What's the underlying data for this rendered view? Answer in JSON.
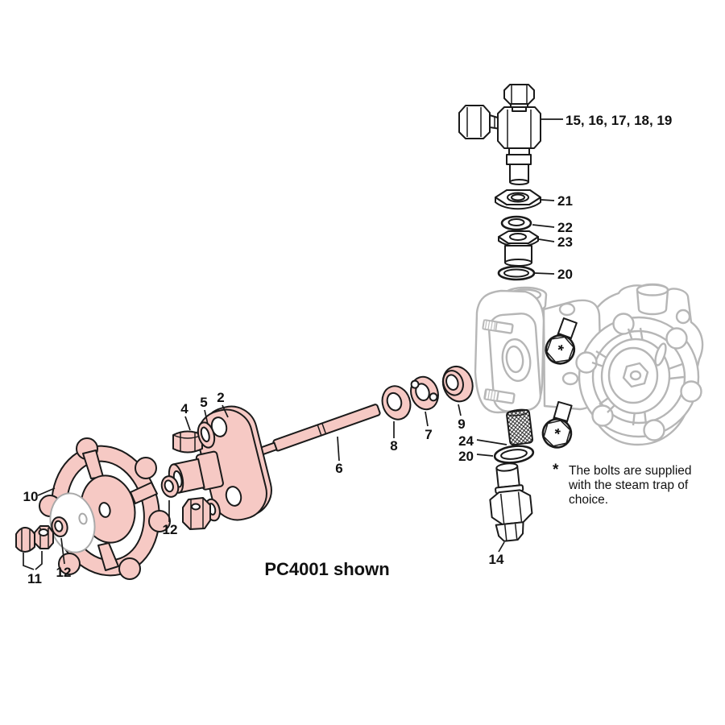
{
  "diagram": {
    "caption": "PC4001 shown",
    "footnote": {
      "marker": "*",
      "lines": [
        "The bolts are supplied",
        "with the steam trap of",
        "choice."
      ]
    },
    "bolt_marker": "*",
    "callouts": {
      "group_top": "15, 16, 17, 18, 19",
      "n21": "21",
      "n22": "22",
      "n23": "23",
      "n20_top": "20",
      "n24": "24",
      "n20_mid": "20",
      "n14": "14",
      "n9": "9",
      "n7": "7",
      "n8": "8",
      "n6": "6",
      "n2": "2",
      "n5": "5",
      "n4": "4",
      "n12_flange": "12",
      "n10": "10",
      "n11": "11",
      "n12_wheel": "12"
    },
    "colors": {
      "part_pink": "#f6c9c4",
      "ghost_gray": "#b6b6b6",
      "line_black": "#1a1a1a",
      "background": "#ffffff"
    }
  }
}
